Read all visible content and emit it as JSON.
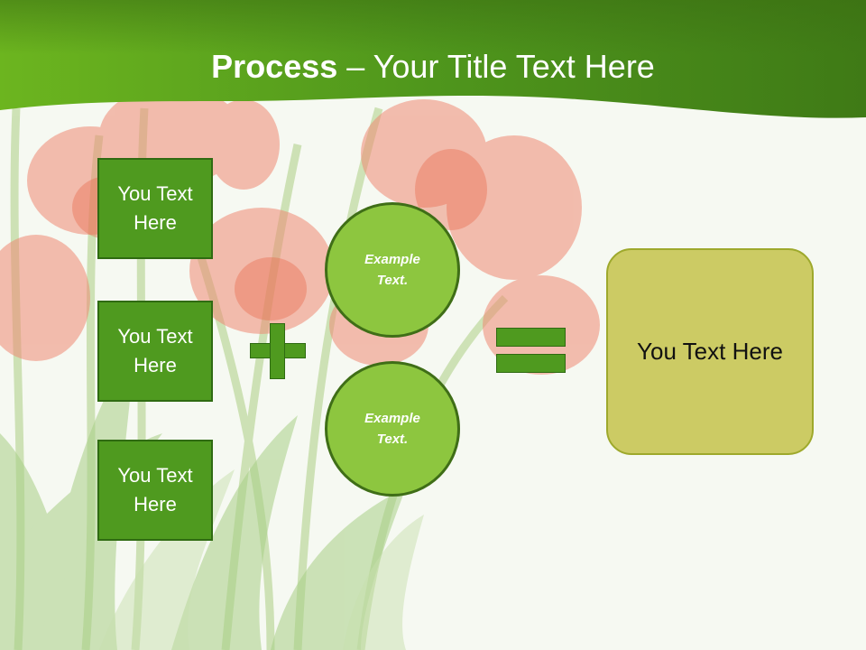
{
  "slide": {
    "title_bold": "Process",
    "title_rest": " – Your Title Text Here"
  },
  "left_boxes": [
    {
      "label": "You Text Here"
    },
    {
      "label": "You Text Here"
    },
    {
      "label": "You Text Here"
    }
  ],
  "operators": {
    "plus": "plus-icon",
    "equals": "equals-icon"
  },
  "circles": [
    {
      "label": "Example Text."
    },
    {
      "label": "Example Text."
    }
  ],
  "result_box": {
    "label": "You Text Here"
  },
  "colors": {
    "header_green": "#4e9a1c",
    "box_green": "#4f9a1f",
    "circle_green": "#8dc63f",
    "result_olive": "#cccb64",
    "tulip_red": "#e84a2c"
  }
}
